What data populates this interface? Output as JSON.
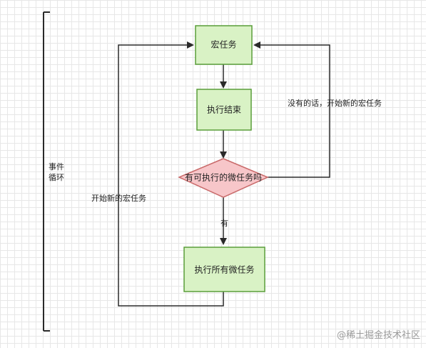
{
  "diagram": {
    "nodes": {
      "macrotask": "宏任务",
      "exec_end": "执行结束",
      "has_micro": "有可执行的微任务吗",
      "exec_all_micro": "执行所有微任务"
    },
    "edges": {
      "no_label": "没有的话，开始新的宏任务",
      "yes_label": "有",
      "loop_label": "开始新的宏任务"
    },
    "event_loop_label": [
      "事件",
      "循环"
    ],
    "colors": {
      "process_fill": "#d9f2c5",
      "process_stroke": "#5a9e3a",
      "decision_fill": "#f7c6c9",
      "decision_stroke": "#c96a6a",
      "line": "#2a2a2a"
    }
  },
  "watermark": "@稀土掘金技术社区"
}
